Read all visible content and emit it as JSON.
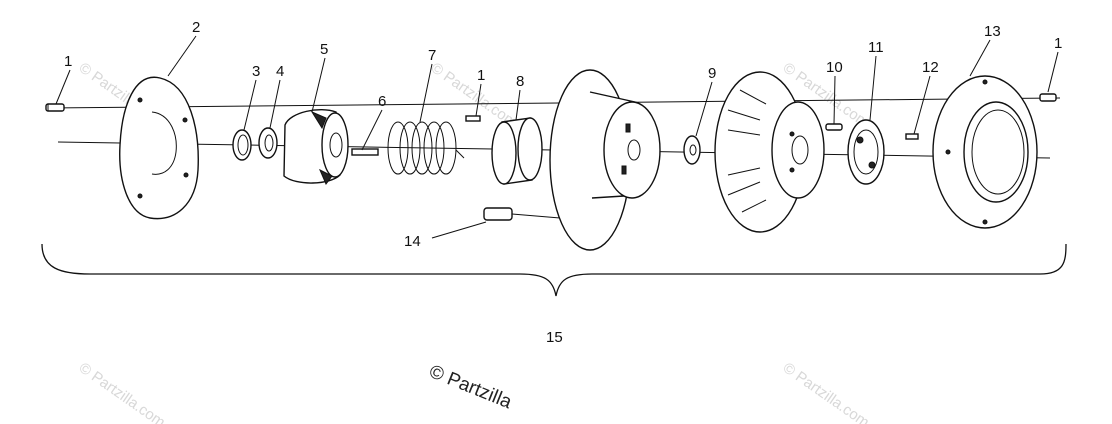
{
  "callouts": {
    "c1a": "1",
    "c2": "2",
    "c3": "3",
    "c4": "4",
    "c5": "5",
    "c6": "6",
    "c7": "7",
    "c8": "8",
    "c1b": "1",
    "c9": "9",
    "c10": "10",
    "c11": "11",
    "c12": "12",
    "c13": "13",
    "c1c": "1",
    "c14": "14",
    "c15": "15"
  },
  "watermark": {
    "main": "© Partzilla",
    "faint": "© Partzilla.com"
  }
}
